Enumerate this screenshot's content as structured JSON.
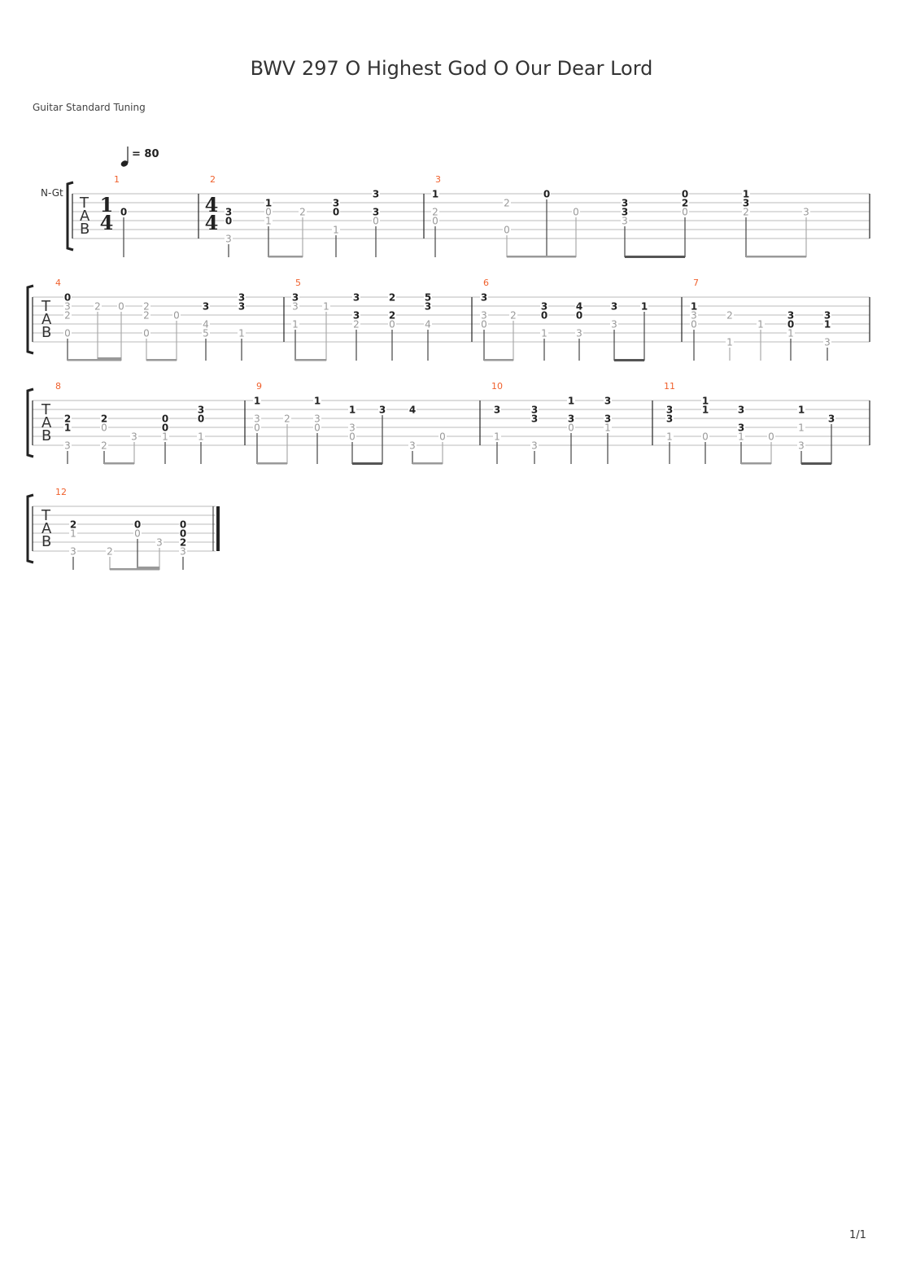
{
  "title": "BWV 297 O Highest God O Our Dear Lord",
  "tuning": "Guitar Standard Tuning",
  "tempo": {
    "label": "= 80",
    "bpm": 80
  },
  "track_label": "N-Gt",
  "tab_clef": [
    "T",
    "A",
    "B"
  ],
  "page": "1/1",
  "colors": {
    "measure_number": "#f0602c",
    "dark_note": "#222222",
    "ghost_note": "#999999"
  },
  "measures": [
    {
      "number": "1",
      "time_signature": [
        "1",
        "4"
      ],
      "beats": [
        {
          "n": [
            [
              3,
              "0",
              1
            ]
          ]
        }
      ]
    },
    {
      "number": "2",
      "time_signature": [
        "4",
        "4"
      ],
      "beats": [
        {
          "n": [
            [
              3,
              "3",
              1
            ],
            [
              4,
              "0",
              1
            ],
            [
              6,
              "3",
              2
            ]
          ]
        },
        {
          "n": [
            [
              2,
              "1",
              1
            ],
            [
              3,
              "0",
              2
            ],
            [
              4,
              "1",
              2
            ]
          ]
        },
        {
          "n": [
            [
              3,
              "2",
              2
            ]
          ]
        },
        {
          "n": [
            [
              2,
              "3",
              1
            ],
            [
              3,
              "0",
              1
            ],
            [
              5,
              "1",
              2
            ]
          ]
        },
        {
          "n": [
            [
              1,
              "3",
              1
            ],
            [
              3,
              "3",
              1
            ],
            [
              4,
              "0",
              2
            ]
          ]
        }
      ]
    },
    {
      "number": "3",
      "beats": [
        {
          "n": [
            [
              1,
              "1",
              1
            ],
            [
              3,
              "2",
              2
            ],
            [
              4,
              "0",
              2
            ]
          ]
        },
        {
          "n": [
            [
              2,
              "2",
              2
            ],
            [
              5,
              "0",
              2
            ]
          ]
        },
        {
          "n": [
            [
              1,
              "0",
              1
            ]
          ]
        },
        {
          "n": [
            [
              3,
              "0",
              2
            ]
          ]
        },
        {
          "n": [
            [
              2,
              "3",
              1
            ],
            [
              3,
              "3",
              1
            ],
            [
              4,
              "3",
              2
            ]
          ]
        },
        {
          "n": [
            [
              1,
              "0",
              1
            ],
            [
              2,
              "2",
              1
            ],
            [
              3,
              "0",
              2
            ]
          ]
        },
        {
          "n": [
            [
              1,
              "1",
              1
            ],
            [
              2,
              "3",
              1
            ],
            [
              3,
              "2",
              2
            ]
          ]
        },
        {
          "n": [
            [
              3,
              "3",
              2
            ]
          ]
        }
      ]
    },
    {
      "number": "4",
      "beats": [
        {
          "n": [
            [
              1,
              "0",
              1
            ],
            [
              2,
              "3",
              2
            ],
            [
              3,
              "2",
              2
            ],
            [
              5,
              "0",
              2
            ]
          ]
        },
        {
          "n": [
            [
              2,
              "2",
              2
            ]
          ]
        },
        {
          "n": [
            [
              2,
              "0",
              2
            ]
          ]
        },
        {
          "n": [
            [
              2,
              "2",
              2
            ],
            [
              3,
              "2",
              2
            ],
            [
              5,
              "0",
              2
            ]
          ]
        },
        {
          "n": [
            [
              3,
              "0",
              2
            ]
          ]
        },
        {
          "n": [
            [
              2,
              "3",
              1
            ],
            [
              4,
              "4",
              2
            ],
            [
              5,
              "5",
              2
            ]
          ]
        },
        {
          "n": [
            [
              1,
              "3",
              1
            ],
            [
              2,
              "3",
              1
            ],
            [
              5,
              "1",
              2
            ]
          ]
        }
      ]
    },
    {
      "number": "5",
      "beats": [
        {
          "n": [
            [
              1,
              "3",
              1
            ],
            [
              2,
              "3",
              2
            ],
            [
              4,
              "1",
              2
            ]
          ]
        },
        {
          "n": [
            [
              2,
              "1",
              2
            ]
          ]
        },
        {
          "n": [
            [
              1,
              "3",
              1
            ],
            [
              3,
              "3",
              1
            ],
            [
              4,
              "2",
              2
            ]
          ]
        },
        {
          "n": [
            [
              1,
              "2",
              1
            ],
            [
              3,
              "2",
              1
            ],
            [
              4,
              "0",
              2
            ]
          ]
        },
        {
          "n": [
            [
              1,
              "5",
              1
            ],
            [
              2,
              "3",
              1
            ],
            [
              4,
              "4",
              2
            ]
          ]
        }
      ]
    },
    {
      "number": "6",
      "beats": [
        {
          "n": [
            [
              1,
              "3",
              1
            ],
            [
              3,
              "3",
              2
            ],
            [
              4,
              "0",
              2
            ]
          ]
        },
        {
          "n": [
            [
              3,
              "2",
              2
            ]
          ]
        },
        {
          "n": [
            [
              2,
              "3",
              1
            ],
            [
              3,
              "0",
              1
            ],
            [
              5,
              "1",
              2
            ]
          ]
        },
        {
          "n": [
            [
              2,
              "4",
              1
            ],
            [
              3,
              "0",
              1
            ],
            [
              5,
              "3",
              2
            ]
          ]
        },
        {
          "n": [
            [
              2,
              "3",
              1
            ],
            [
              4,
              "3",
              2
            ]
          ]
        },
        {
          "n": [
            [
              2,
              "1",
              1
            ]
          ]
        }
      ]
    },
    {
      "number": "7",
      "beats": [
        {
          "n": [
            [
              2,
              "1",
              1
            ],
            [
              3,
              "3",
              2
            ],
            [
              4,
              "0",
              2
            ]
          ]
        },
        {
          "n": [
            [
              3,
              "2",
              2
            ],
            [
              6,
              "1",
              2
            ]
          ]
        },
        {
          "n": [
            [
              4,
              "1",
              2
            ]
          ]
        },
        {
          "n": [
            [
              3,
              "3",
              1
            ],
            [
              4,
              "0",
              1
            ],
            [
              5,
              "1",
              2
            ]
          ]
        },
        {
          "n": [
            [
              3,
              "3",
              1
            ],
            [
              4,
              "1",
              1
            ],
            [
              6,
              "3",
              2
            ]
          ]
        }
      ]
    },
    {
      "number": "8",
      "beats": [
        {
          "n": [
            [
              3,
              "2",
              1
            ],
            [
              4,
              "1",
              1
            ],
            [
              6,
              "3",
              2
            ]
          ]
        },
        {
          "n": [
            [
              3,
              "2",
              1
            ],
            [
              4,
              "0",
              2
            ],
            [
              6,
              "2",
              2
            ]
          ]
        },
        {
          "n": [
            [
              5,
              "3",
              2
            ]
          ]
        },
        {
          "n": [
            [
              3,
              "0",
              1
            ],
            [
              4,
              "0",
              1
            ],
            [
              5,
              "1",
              2
            ]
          ]
        },
        {
          "n": [
            [
              2,
              "3",
              1
            ],
            [
              3,
              "0",
              1
            ],
            [
              5,
              "1",
              2
            ]
          ]
        }
      ]
    },
    {
      "number": "9",
      "beats": [
        {
          "n": [
            [
              1,
              "1",
              1
            ],
            [
              3,
              "3",
              2
            ],
            [
              4,
              "0",
              2
            ]
          ]
        },
        {
          "n": [
            [
              3,
              "2",
              2
            ]
          ]
        },
        {
          "n": [
            [
              1,
              "1",
              1
            ],
            [
              3,
              "3",
              2
            ],
            [
              4,
              "0",
              2
            ]
          ]
        },
        {
          "n": [
            [
              2,
              "1",
              1
            ],
            [
              4,
              "3",
              2
            ],
            [
              5,
              "0",
              2
            ]
          ]
        },
        {
          "n": [
            [
              2,
              "3",
              1
            ]
          ]
        },
        {
          "n": [
            [
              2,
              "4",
              1
            ],
            [
              6,
              "3",
              2
            ]
          ]
        },
        {
          "n": [
            [
              5,
              "0",
              2
            ]
          ]
        }
      ]
    },
    {
      "number": "10",
      "beats": [
        {
          "n": [
            [
              2,
              "3",
              1
            ],
            [
              5,
              "1",
              2
            ]
          ]
        },
        {
          "n": [
            [
              2,
              "3",
              1
            ],
            [
              3,
              "3",
              1
            ],
            [
              6,
              "3",
              2
            ]
          ]
        },
        {
          "n": [
            [
              1,
              "1",
              1
            ],
            [
              3,
              "3",
              1
            ],
            [
              4,
              "0",
              2
            ]
          ]
        },
        {
          "n": [
            [
              1,
              "3",
              1
            ],
            [
              3,
              "3",
              1
            ],
            [
              4,
              "1",
              2
            ]
          ]
        }
      ]
    },
    {
      "number": "11",
      "beats": [
        {
          "n": [
            [
              2,
              "3",
              1
            ],
            [
              3,
              "3",
              1
            ],
            [
              5,
              "1",
              2
            ]
          ]
        },
        {
          "n": [
            [
              1,
              "1",
              1
            ],
            [
              2,
              "1",
              1
            ],
            [
              5,
              "0",
              2
            ]
          ]
        },
        {
          "n": [
            [
              2,
              "3",
              1
            ],
            [
              4,
              "3",
              1
            ],
            [
              5,
              "1",
              2
            ]
          ]
        },
        {
          "n": [
            [
              5,
              "0",
              2
            ]
          ]
        },
        {
          "n": [
            [
              2,
              "1",
              1
            ],
            [
              4,
              "1",
              2
            ],
            [
              6,
              "3",
              2
            ]
          ]
        },
        {
          "n": [
            [
              3,
              "3",
              1
            ]
          ]
        }
      ]
    },
    {
      "number": "12",
      "beats": [
        {
          "n": [
            [
              3,
              "2",
              1
            ],
            [
              4,
              "1",
              2
            ],
            [
              6,
              "3",
              2
            ]
          ]
        },
        {
          "n": [
            [
              6,
              "2",
              2
            ]
          ]
        },
        {
          "n": [
            [
              3,
              "0",
              1
            ],
            [
              4,
              "0",
              2
            ]
          ]
        },
        {
          "n": [
            [
              5,
              "3",
              2
            ]
          ]
        },
        {
          "n": [
            [
              3,
              "0",
              1
            ],
            [
              4,
              "0",
              1
            ],
            [
              5,
              "2",
              1
            ],
            [
              6,
              "3",
              2
            ]
          ]
        }
      ]
    }
  ]
}
